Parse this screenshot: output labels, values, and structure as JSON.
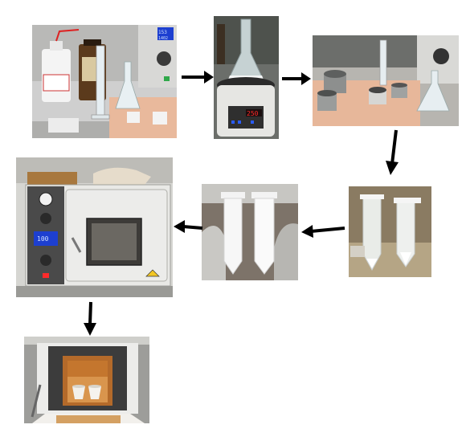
{
  "steps": [
    {
      "id": 1,
      "label": "reagents-and-glassware"
    },
    {
      "id": 2,
      "label": "magnetic-stirrer-mixing"
    },
    {
      "id": 3,
      "label": "transfer-to-containers"
    },
    {
      "id": 4,
      "label": "centrifuge-tubes-settled"
    },
    {
      "id": 5,
      "label": "centrifuge-tubes-white-suspension"
    },
    {
      "id": 6,
      "label": "vacuum-drying-oven"
    },
    {
      "id": 7,
      "label": "muffle-furnace-calcination"
    }
  ],
  "displays": {
    "oven_display_top": "153",
    "oven_display_bottom": "1402",
    "stirrer_display": "250",
    "vacuum_oven_display": "100"
  },
  "colors": {
    "arrow": "#000000",
    "lcd_blue": "#1d3fd0",
    "lcd_red": "#e02020",
    "bench_pink": "#e9b99c",
    "furnace_orange": "#c4762e"
  }
}
